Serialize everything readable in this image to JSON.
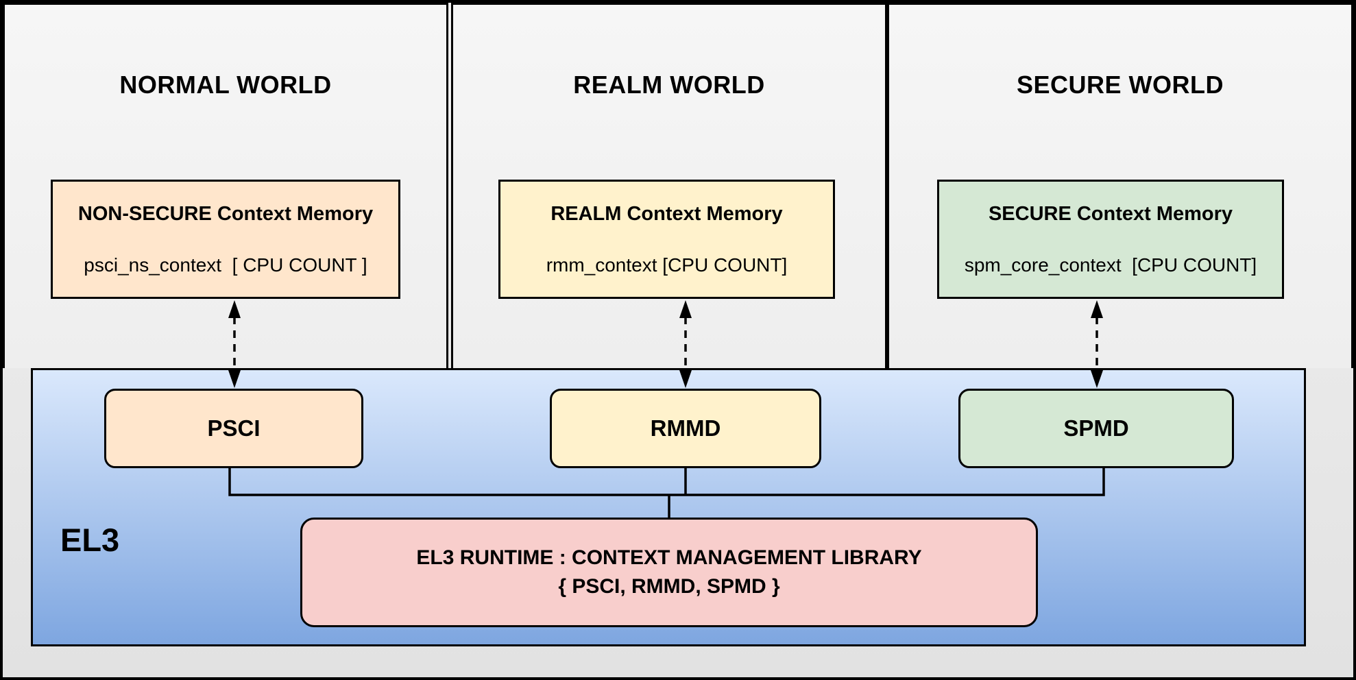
{
  "diagram": {
    "worlds": [
      {
        "id": "normal",
        "title": "NORMAL WORLD",
        "context_box": {
          "title": "NON-SECURE Context Memory",
          "detail": "psci_ns_context  [ CPU COUNT ]",
          "fill": "#ffe6cc"
        }
      },
      {
        "id": "realm",
        "title": "REALM WORLD",
        "context_box": {
          "title": "REALM Context Memory",
          "detail": "rmm_context [CPU COUNT]",
          "fill": "#fff2cc"
        }
      },
      {
        "id": "secure",
        "title": "SECURE WORLD",
        "context_box": {
          "title": "SECURE Context Memory",
          "detail": "spm_core_context  [CPU COUNT]",
          "fill": "#d5e8d4"
        }
      }
    ],
    "el3": {
      "label": "EL3",
      "dispatchers": [
        {
          "label": "PSCI",
          "fill": "#ffe6cc"
        },
        {
          "label": "RMMD",
          "fill": "#fff2cc"
        },
        {
          "label": "SPMD",
          "fill": "#d5e8d4"
        }
      ],
      "runtime_box": {
        "line1": "EL3 RUNTIME : CONTEXT MANAGEMENT LIBRARY",
        "line2": "{ PSCI, RMMD, SPMD }",
        "fill": "#f8cecc"
      }
    }
  },
  "colors": {
    "page_bg_top": "#f1f1f1",
    "page_bg_bottom": "#e2e2e2",
    "panel_top": "#f6f6f6",
    "panel_bottom": "#eeeeee",
    "el3_top": "#dae8fc",
    "el3_bottom": "#7ea6e0",
    "line": "#000000"
  }
}
